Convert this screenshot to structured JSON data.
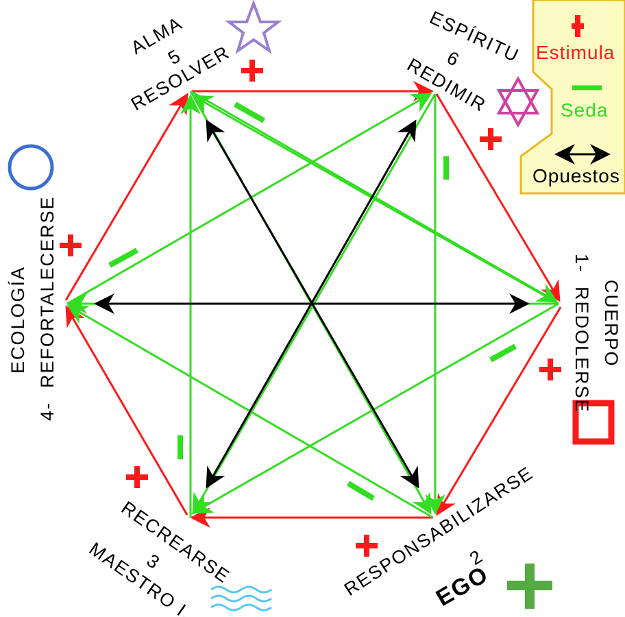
{
  "legend": {
    "stimulate_label": "Estimula",
    "sedate_label": "Seda",
    "opposites_label": "Opuestos"
  },
  "nodes": [
    {
      "number": "1-",
      "verb": "REDOLERSE",
      "domain": "CUERPO",
      "icon": "red-square-icon"
    },
    {
      "number": "2",
      "verb": "RESPONSABILIZARSE",
      "domain": "EGO",
      "icon": "green-plus-icon"
    },
    {
      "number": "3",
      "verb": "RECREARSE",
      "domain": "MAESTRO I.",
      "icon": "water-waves-icon"
    },
    {
      "number": "4-",
      "verb": "REFORTALECERSE",
      "domain": "ECOLOGÍA",
      "icon": "blue-circle-icon"
    },
    {
      "number": "5",
      "verb": "RESOLVER",
      "domain": "ALMA",
      "icon": "purple-star-icon"
    },
    {
      "number": "6",
      "verb": "REDIMIR",
      "domain": "ESPÍRITU",
      "icon": "star-of-david-icon"
    }
  ],
  "colors": {
    "stimulate": "#ff1a1a",
    "sedate": "#33dd22",
    "opposite": "#000000",
    "legend_bg": "#fdfbc4",
    "legend_border": "#e8b820"
  },
  "symbols": {
    "plus": "+",
    "minus": "−"
  }
}
